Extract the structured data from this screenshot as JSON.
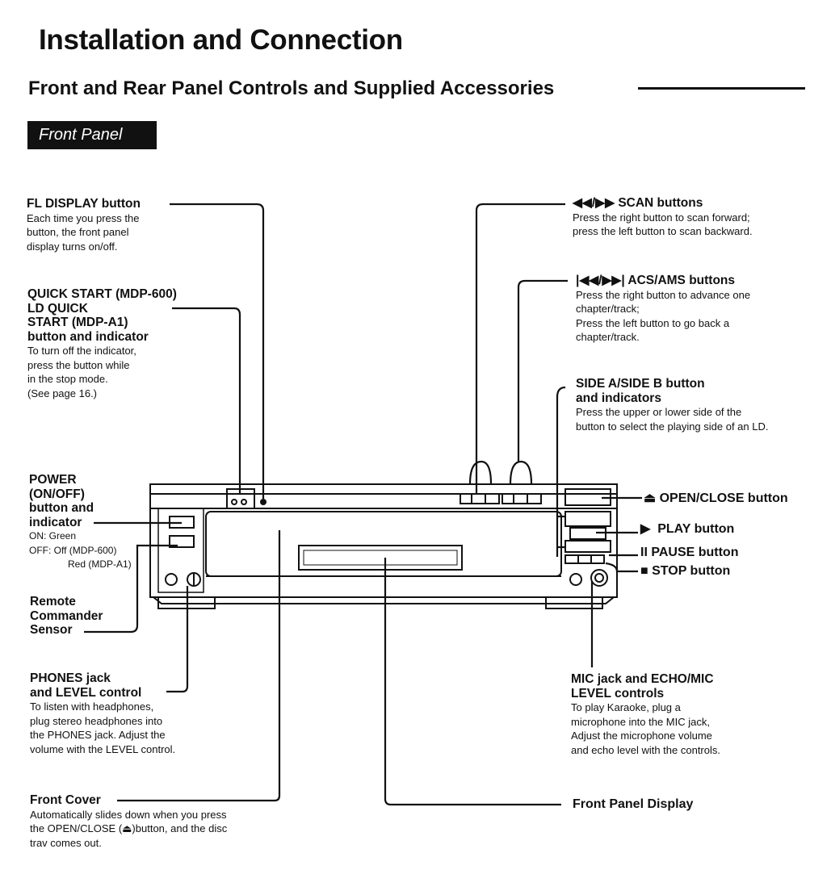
{
  "page": {
    "title": "Installation and Connection",
    "section_title": "Front and Rear Panel Controls and Supplied Accessories",
    "tab_label": "Front Panel"
  },
  "callouts": {
    "fl_display": {
      "title": "FL DISPLAY button",
      "desc": "Each time you press the\nbutton, the front panel\ndisplay turns on/off."
    },
    "quick_start": {
      "title": "QUICK START (MDP-600)\nLD QUICK\nSTART (MDP-A1)\nbutton and indicator",
      "desc": "To turn off the indicator,\npress the button while\nin the stop mode.\n(See page 16.)"
    },
    "power": {
      "title": "POWER\n(ON/OFF)\nbutton and\nindicator",
      "desc_on": "ON: Green",
      "desc_off": "OFF: Off (MDP-600)",
      "desc_red": "Red (MDP-A1)"
    },
    "remote_sensor": {
      "title": "Remote\nCommander\nSensor"
    },
    "phones": {
      "title": "PHONES jack\nand LEVEL  control",
      "desc": "To listen with headphones,\nplug stereo headphones into\nthe PHONES jack. Adjust the\nvolume with the LEVEL control."
    },
    "front_cover": {
      "title": "Front Cover",
      "desc": "Automatically slides down when you press\nthe OPEN/CLOSE (⏏)button, and the disc\ntrav comes out."
    },
    "scan": {
      "symbol": "◀◀/▶▶",
      "title": "SCAN buttons",
      "desc": "Press the right button to scan forward;\npress the left button to scan backward."
    },
    "acs_ams": {
      "symbol": "|◀◀/▶▶|",
      "title": "ACS/AMS buttons",
      "desc": "Press the right button to advance one\nchapter/track;\nPress the left button to go back a\nchapter/track."
    },
    "side_ab": {
      "title": "SIDE A/SIDE B button\nand indicators",
      "desc": "Press the upper or lower side of the\nbutton to select the playing side of an LD."
    },
    "open_close": {
      "symbol": "⏏",
      "title": "OPEN/CLOSE button"
    },
    "play": {
      "symbol": "▶",
      "title": "PLAY button"
    },
    "pause": {
      "symbol": "II",
      "title": "PAUSE button"
    },
    "stop": {
      "symbol": "■",
      "title": "STOP button"
    },
    "mic": {
      "title": "MIC jack and ECHO/MIC\nLEVEL controls",
      "desc": "To play Karaoke, plug a\nmicrophone into the MIC jack,\nAdjust the microphone volume\nand echo level with the controls."
    },
    "front_display": {
      "title": "Front Panel Display"
    }
  }
}
